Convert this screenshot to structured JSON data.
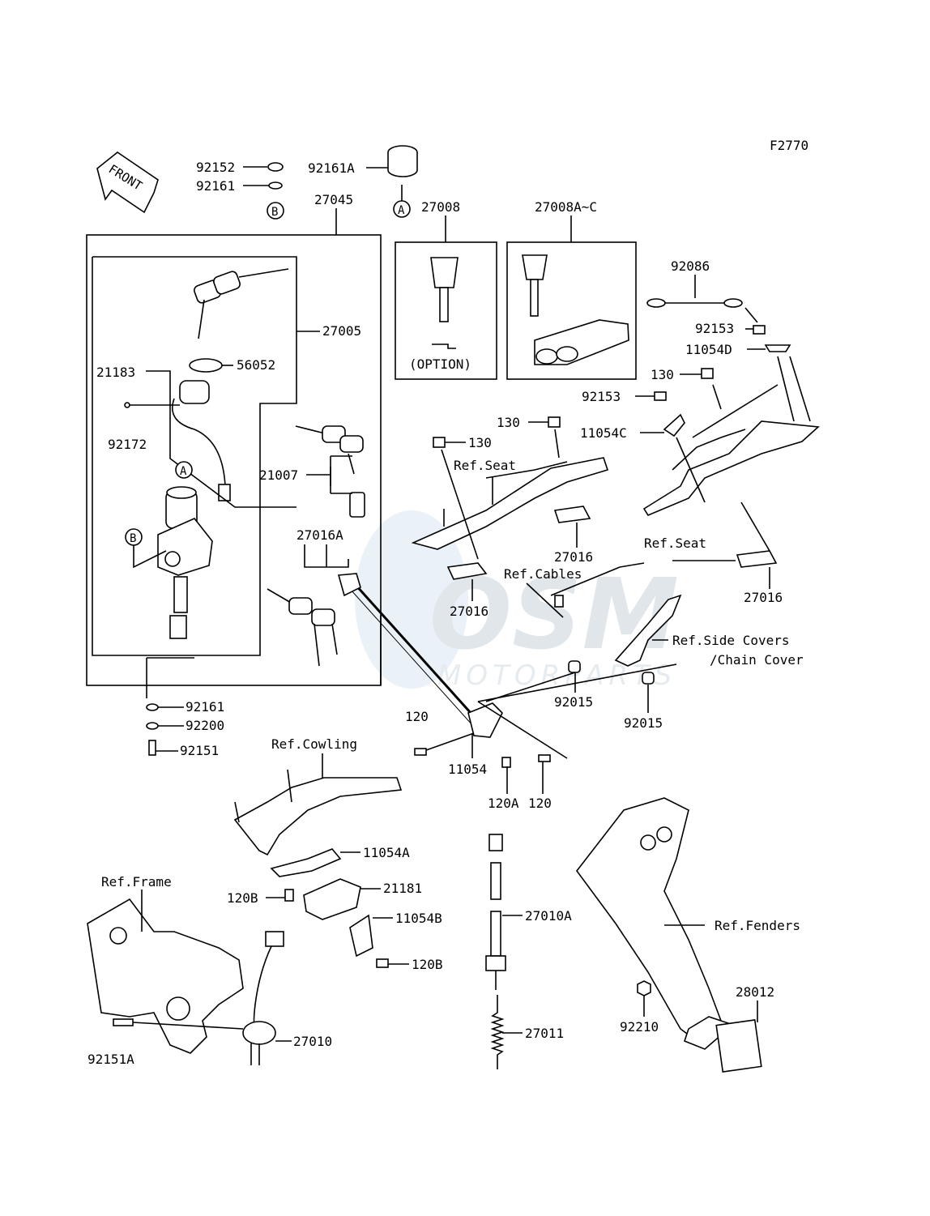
{
  "figure_code": "F2770",
  "front_label": "FRONT",
  "circle_refs": {
    "a": "A",
    "b": "B"
  },
  "watermark": {
    "brand": "OSM",
    "sub": "MOTORPARTS"
  },
  "parts": {
    "p92152": "92152",
    "p92161_top": "92161",
    "p92161a": "92161A",
    "p27045": "27045",
    "p27008": "27008",
    "p27008ac": "27008A~C",
    "option": "(OPTION)",
    "p27005": "27005",
    "p21183": "21183",
    "p56052": "56052",
    "p92172": "92172",
    "p21007": "21007",
    "p27016a": "27016A",
    "p92086": "92086",
    "p92153_a": "92153",
    "p11054d": "11054D",
    "p130_a": "130",
    "p92153_b": "92153",
    "p130_b": "130",
    "p11054c": "11054C",
    "p130_c": "130",
    "ref_seat_a": "Ref.Seat",
    "ref_seat_b": "Ref.Seat",
    "p27016_a": "27016",
    "p27016_b": "27016",
    "p27016_c": "27016",
    "ref_cables": "Ref.Cables",
    "ref_side_covers": "Ref.Side Covers",
    "chain_cover": "/Chain Cover",
    "p92015_a": "92015",
    "p92015_b": "92015",
    "p92161_bot": "92161",
    "p92200": "92200",
    "p92151": "92151",
    "p120_a": "120",
    "p11054": "11054",
    "p120a": "120A",
    "p120_b": "120",
    "ref_cowling": "Ref.Cowling",
    "p11054a": "11054A",
    "ref_frame": "Ref.Frame",
    "p120b_a": "120B",
    "p21181": "21181",
    "p11054b": "11054B",
    "p120b_b": "120B",
    "p27010a": "27010A",
    "ref_fenders": "Ref.Fenders",
    "p28012": "28012",
    "p92210": "92210",
    "p27011": "27011",
    "p27010": "27010",
    "p92151a": "92151A"
  }
}
